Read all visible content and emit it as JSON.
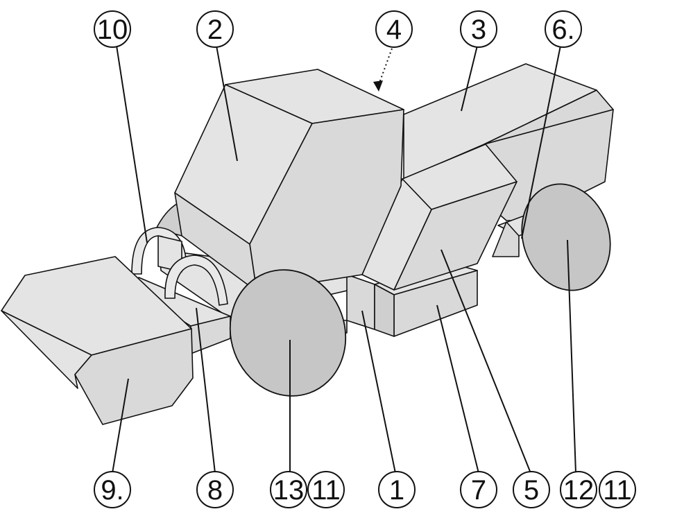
{
  "labels": {
    "l1": "1",
    "l2": "2",
    "l3": "3",
    "l4": "4",
    "l5": "5",
    "l6": "6.",
    "l7": "7",
    "l8": "8",
    "l9": "9.",
    "l10": "10",
    "l11a": "11",
    "l11b": "11",
    "l12": "12",
    "l13": "13"
  }
}
